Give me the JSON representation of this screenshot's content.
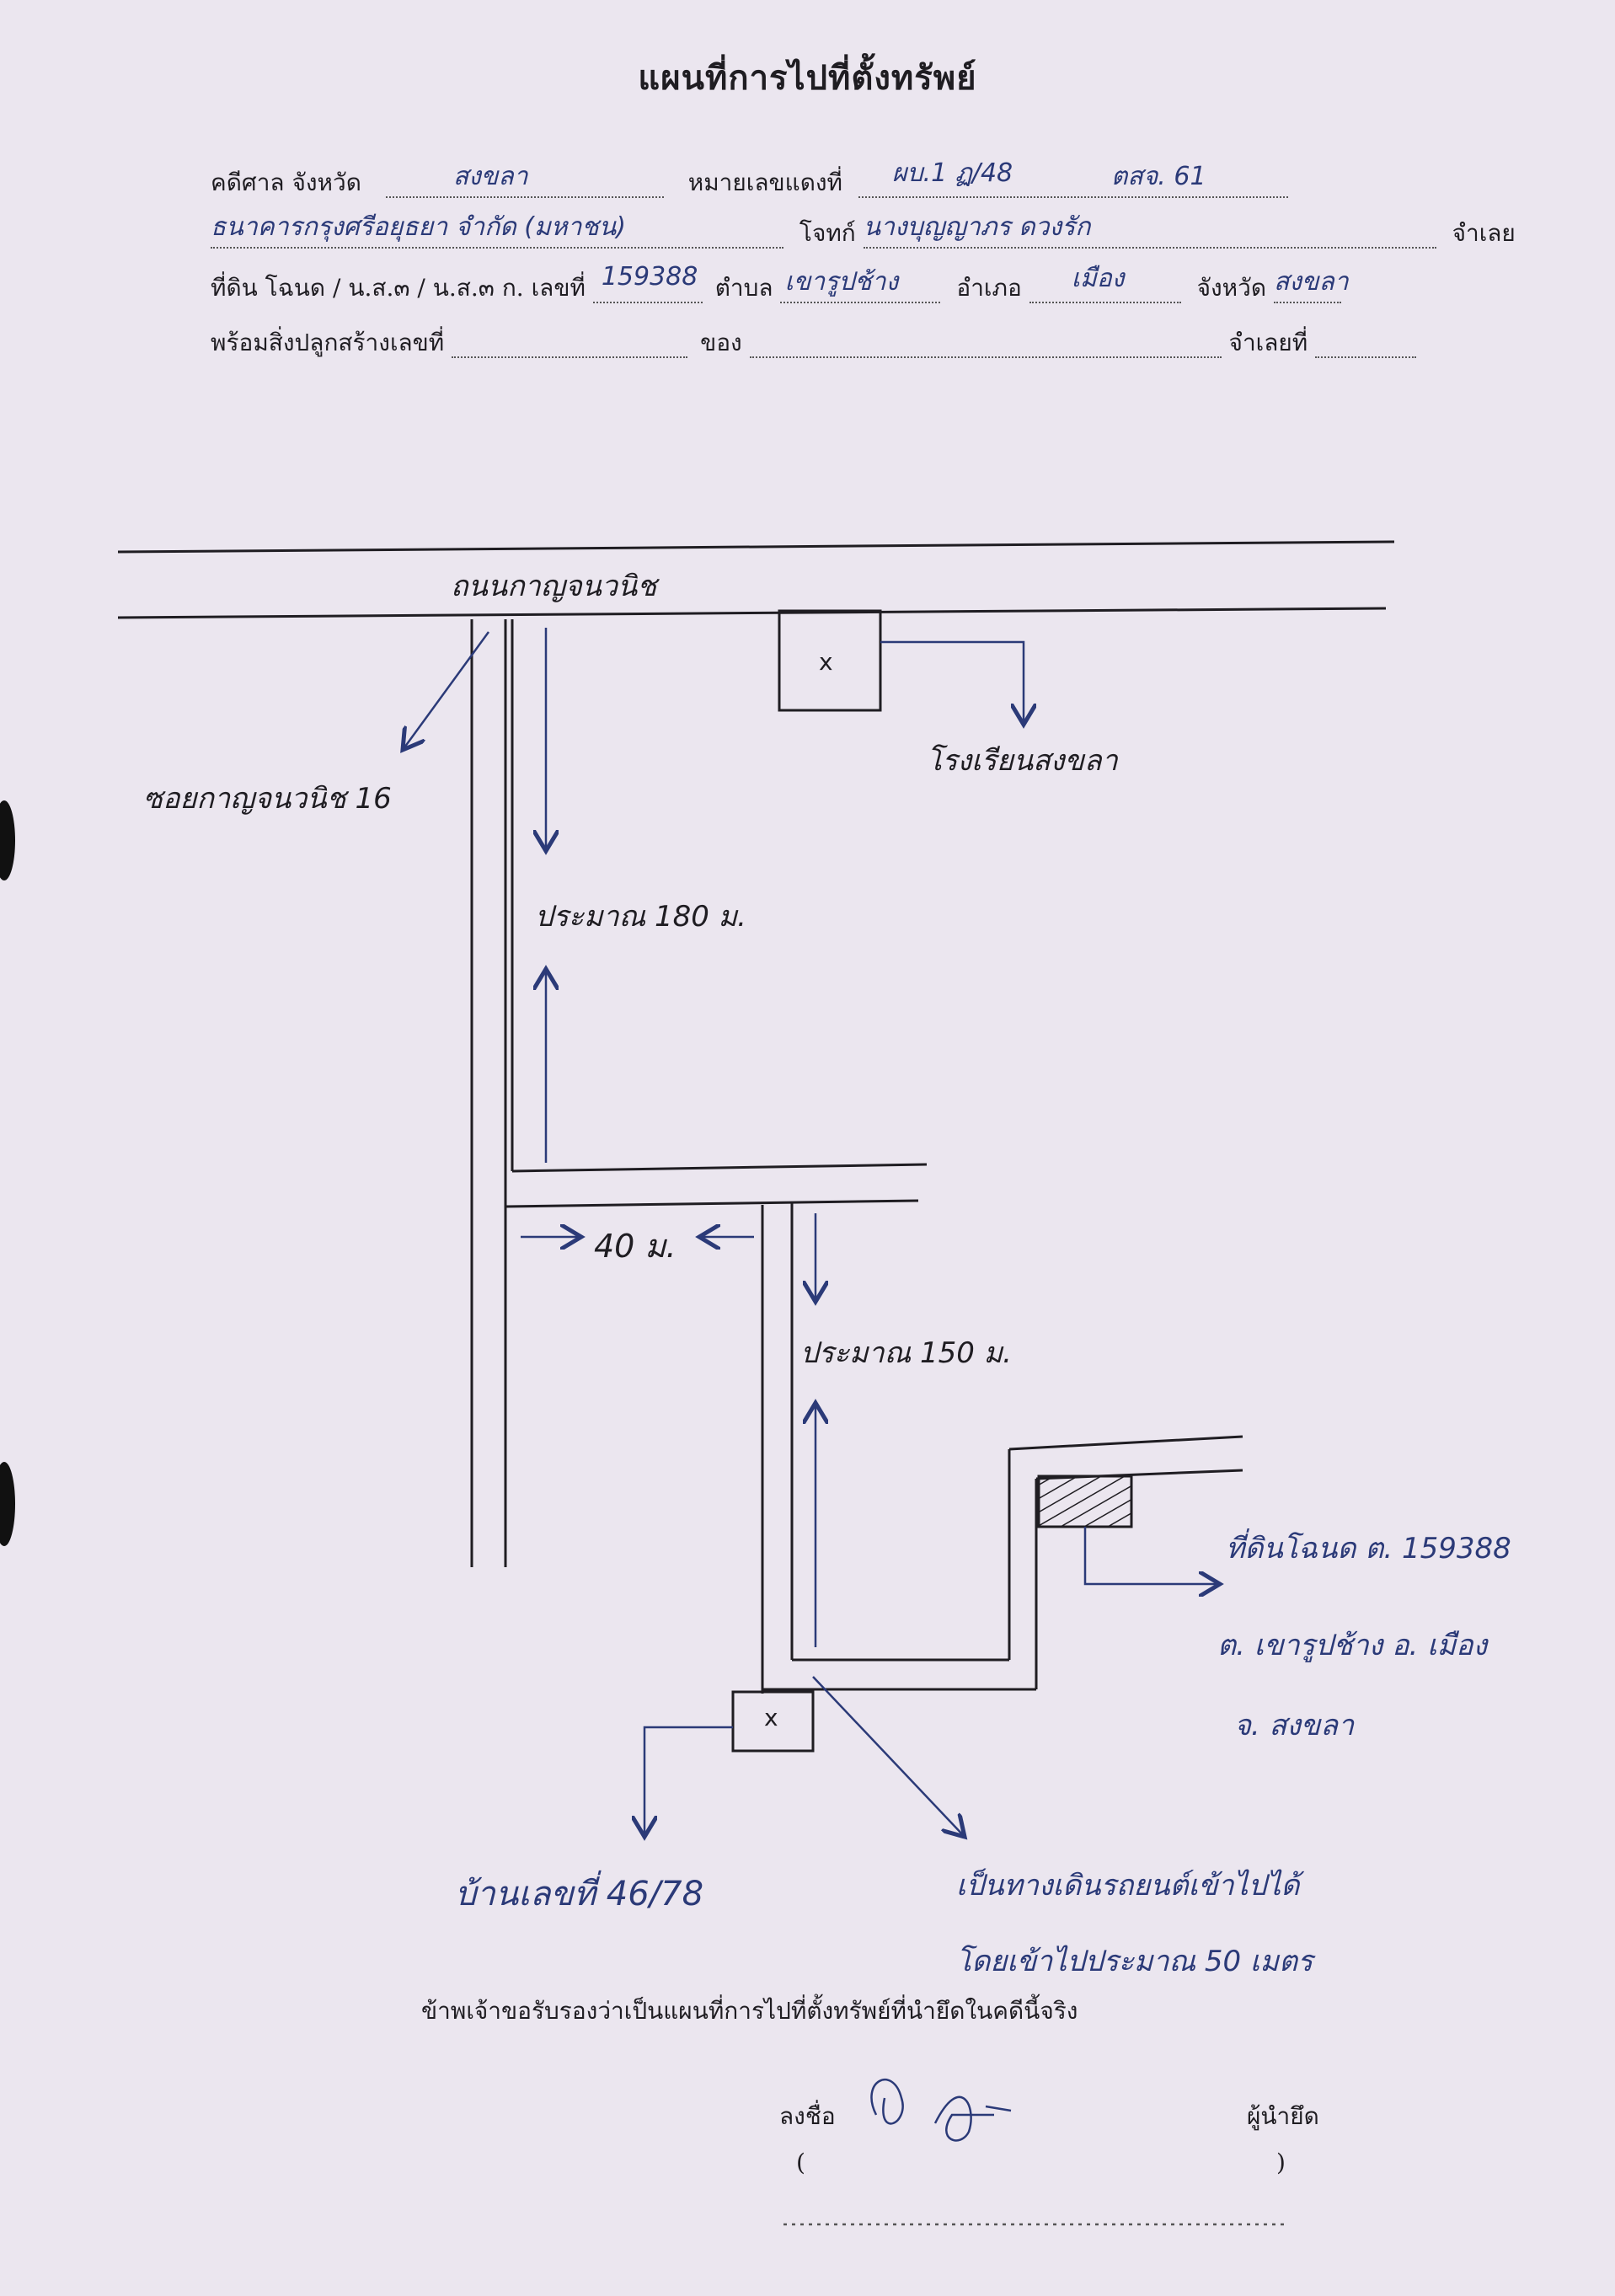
{
  "document": {
    "title": "แผนที่การไปที่ตั้งทรัพย์"
  },
  "form": {
    "row1": {
      "court_label": "คดีศาล จังหวัด",
      "court_value": "สงขลา",
      "case_label": "หมายเลขแดงที่",
      "case_value": "ผบ.1 ฏ/48",
      "case_suffix": "ตสจ. 61"
    },
    "row2": {
      "plaintiff": "ธนาคารกรุงศรีอยุธยา จำกัด (มหาชน)",
      "plaintiff_role": "โจทก์",
      "defendant": "นางบุญญาภร ดวงรัก",
      "defendant_role": "จำเลย"
    },
    "row3": {
      "deed_label": "ที่ดิน โฉนด / น.ส.๓ / น.ส.๓ ก. เลขที่",
      "deed_value": "159388",
      "subdistrict_label": "ตำบล",
      "subdistrict_value": "เขารูปช้าง",
      "district_label": "อำเภอ",
      "district_value": "เมือง",
      "province_label": "จังหวัด",
      "province_value": "สงขลา"
    },
    "row4": {
      "building_label": "พร้อมสิ่งปลูกสร้างเลขที่",
      "of_label": "ของ",
      "defendant_label": "จำเลยที่"
    }
  },
  "map": {
    "main_road": "ถนนกาญจนวนิช",
    "side_soi": "ซอยกาญจนวนิช 16",
    "landmark_top": "โรงเรียนสงขลา",
    "dist_1": "ประมาณ 180 ม.",
    "dist_2": "40 ม.",
    "dist_3": "ประมาณ 150 ม.",
    "house_note": "บ้านเลขที่ 46/78",
    "property_line1": "ที่ดินโฉนด ต. 159388",
    "property_line2": "ต. เขารูปช้าง อ. เมือง",
    "property_line3": "จ. สงขลา",
    "access_line1": "เป็นทางเดินรถยนต์เข้าไปได้",
    "access_line2": "โดยเข้าไปประมาณ 50 เมตร"
  },
  "footer": {
    "certify": "ข้าพเจ้าขอรับรองว่าเป็นแผนที่การไปที่ตั้งทรัพย์ที่นำยึดในคดีนี้จริง",
    "sign_label": "ลงชื่อ",
    "role_label": "ผู้นำยึด",
    "name_paren_open": "(",
    "name_paren_close": ")"
  }
}
